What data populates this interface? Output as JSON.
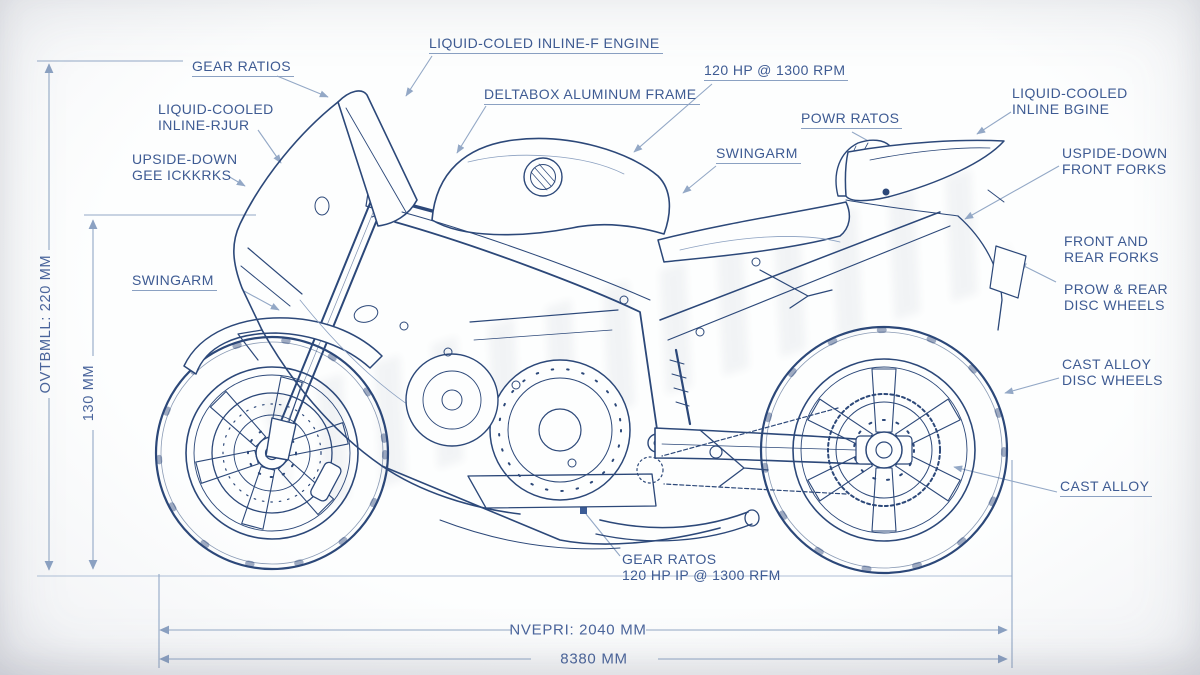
{
  "figure": {
    "type": "blueprint-technical-diagram",
    "subject": "sport motorcycle side view",
    "colors": {
      "artwork_line": "#2c4879",
      "dimension_line": "#93a8c6",
      "label_text": "#3e5b93",
      "dimension_text": "#4a659c",
      "background": "#fdfefe"
    }
  },
  "callouts": {
    "gear_ratios_top": "GEAR RATIOS",
    "liquid_cooled_left": {
      "l1": "LIQUID-COOLED",
      "l2": "INLINE-RJUR"
    },
    "upside_down_left": {
      "l1": "UPSIDE-DOWN",
      "l2": "GEE ICKKRKS"
    },
    "swingarm_left": "SWINGARM",
    "engine_top": "LIQUID-COLED INLINE-F ENGINE",
    "deltabox": "DELTABOX ALUMINUM FRAME",
    "hp_top": "120 HP @ 1300 RPM",
    "power_ratios": "POWR RATOS",
    "swingarm_top": "SWINGARM",
    "liquid_cooled_right": {
      "l1": "LIQUID-COOLED",
      "l2": "INLINE BGINE"
    },
    "front_forks_right": {
      "l1": "USPIDE-DOWN",
      "l2": "FRONT FORKS"
    },
    "front_rear_forks": {
      "l1": "FRONT AND",
      "l2": "REAR FORKS"
    },
    "disc_wheels_right": {
      "l1": "PROW & REAR",
      "l2": "DISC WHEELS"
    },
    "cast_alloy_wheels": {
      "l1": "CAST ALLOY",
      "l2": "DISC WHEELS"
    },
    "cast_alloy_bottom": "CAST ALLOY",
    "gear_ratios_bottom": {
      "l1": "GEAR RATOS",
      "l2": "120 HP IP @ 1300 RFM"
    }
  },
  "dimensions": {
    "overall_height": "OVTBMLL: 220 MM",
    "ground_clearance": "130 MM",
    "wheelbase": "NVEPRI: 2040 MM",
    "overall_length": "8380 MM"
  }
}
